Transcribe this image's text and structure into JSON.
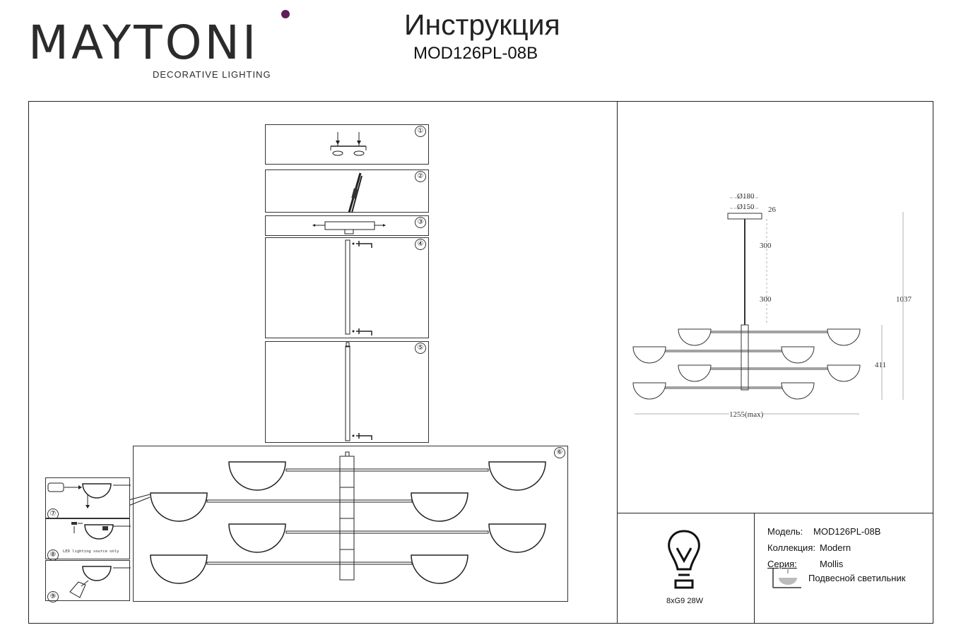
{
  "header": {
    "brand": "MAYTONI",
    "tagline": "DECORATIVE LIGHTING",
    "title": "Инструкция",
    "model": "MOD126PL-08B"
  },
  "steps": [
    "①",
    "②",
    "③",
    "④",
    "⑤",
    "⑥",
    "⑦",
    "⑧",
    "⑨"
  ],
  "step8_note": "LED lighting source only",
  "dimensions": {
    "d180": "Ø180",
    "d150": "Ø150",
    "h26": "26",
    "rod1": "300",
    "rod2": "300",
    "total_height": "1037",
    "arm_height": "411",
    "width": "1255(max)"
  },
  "bulb": {
    "spec": "8xG9 28W"
  },
  "specs": {
    "model_label": "Модель:",
    "model_value": "MOD126PL-08B",
    "collection_label": "Коллекция:",
    "collection_value": "Modern",
    "series_label": "Серия:",
    "series_value": "Mollis",
    "type_value": "Подвесной светильник"
  },
  "colors": {
    "brand_accent": "#5c1f5a",
    "line": "#222222"
  }
}
